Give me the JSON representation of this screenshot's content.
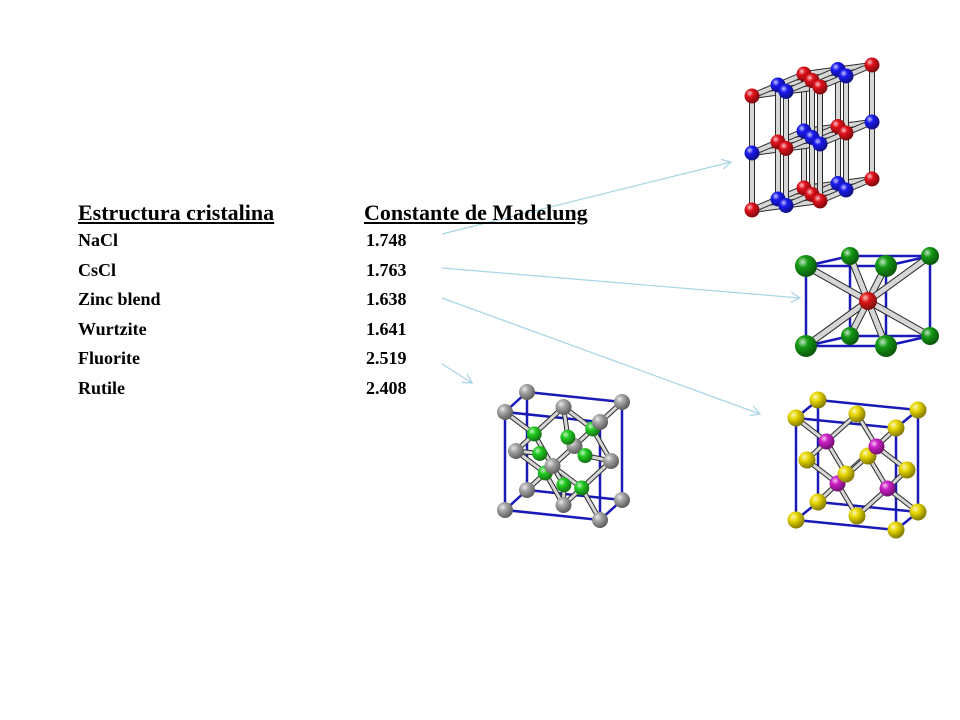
{
  "table": {
    "header_structure": "Estructura cristalina",
    "header_constant": "Constante de Madelung",
    "rows": [
      {
        "structure": "NaCl",
        "constant": "1.748"
      },
      {
        "structure": "CsCl",
        "constant": "1.763"
      },
      {
        "structure": "Zinc blend",
        "constant": "1.638"
      },
      {
        "structure": "Wurtzite",
        "constant": "1.641"
      },
      {
        "structure": "Fluorite",
        "constant": "2.519"
      },
      {
        "structure": "Rutile",
        "constant": "2.408"
      }
    ]
  },
  "colors": {
    "arrow": "#a8d4e6",
    "nacl_a": "#e0101a",
    "nacl_b": "#1a1aee",
    "cscl_corner": "#149a14",
    "cscl_center": "#e01818",
    "cube_edge": "#1a1ab8",
    "rutile_a": "#a6a6a6",
    "rutile_b": "#22cc22",
    "fluorite_a": "#e8d800",
    "fluorite_b": "#cc1fc6"
  }
}
